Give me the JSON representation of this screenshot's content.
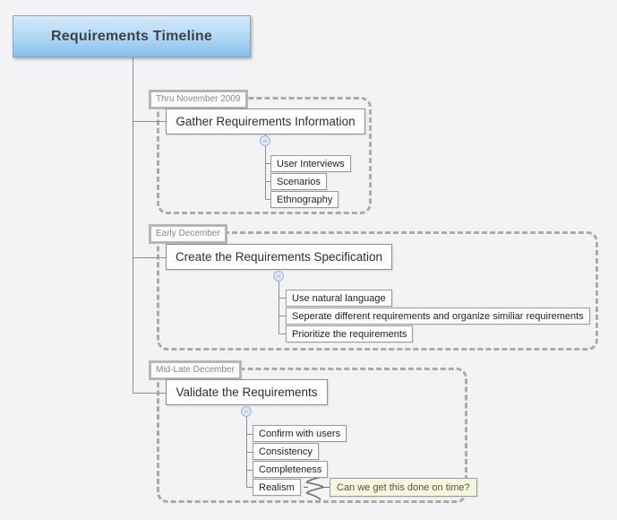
{
  "title": "Requirements Timeline",
  "groups": [
    {
      "label": "Thru November 2009",
      "node": "Gather Requirements Information",
      "children": [
        "User Interviews",
        "Scenarios",
        "Ethnography"
      ]
    },
    {
      "label": "Early December",
      "node": "Create the Requirements Specification",
      "children": [
        "Use natural language",
        "Seperate different requirements and organize similiar requirements",
        "Prioritize the requirements"
      ]
    },
    {
      "label": "Mid-Late December",
      "node": "Validate the Requirements",
      "children": [
        "Confirm with users",
        "Consistency",
        "Completeness",
        "Realism"
      ],
      "note": "Can we get this done on time?"
    }
  ],
  "icons": {
    "collapse": "−"
  },
  "colors": {
    "background": "#f3f3f5",
    "title_gradient_top": "#d3eafb",
    "title_gradient_bottom": "#86bfec",
    "group_border": "#ababab",
    "connector": "#8f8f8f",
    "note_background": "#f6f6dd",
    "collapse_fill": "#dce7f6"
  }
}
